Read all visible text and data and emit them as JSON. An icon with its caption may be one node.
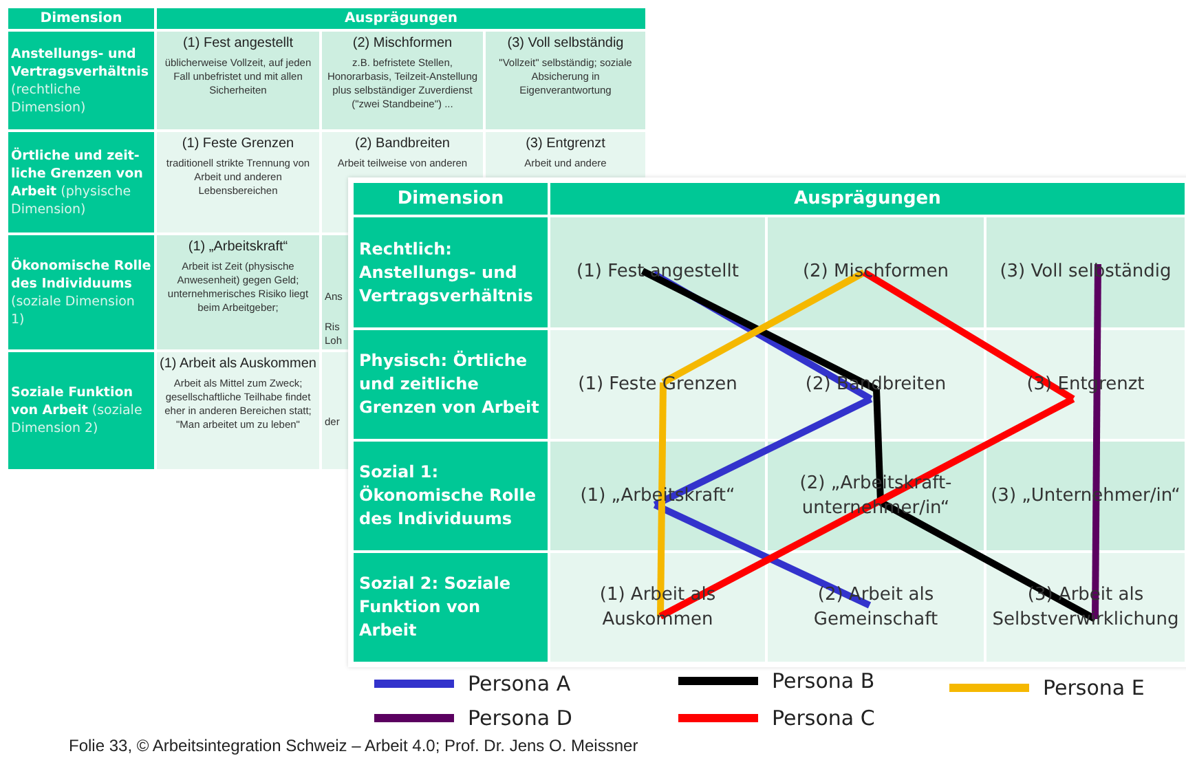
{
  "diagram": {
    "caption": "Folie 33, © Arbeitsintegration Schweiz – Arbeit 4.0; Prof. Dr. Jens O. Meissner",
    "nodes": [
      {
        "text": [
          "(1) Fest angestellt"
        ]
      },
      {
        "text": [
          "(2) Mischformen"
        ]
      },
      {
        "text": [
          "(3) Voll selbständig"
        ]
      },
      {
        "text": [
          "(1) Feste Grenzen"
        ]
      },
      {
        "text": [
          "(2) Bandbreiten"
        ]
      },
      {
        "text": [
          "(3) Entgrenzt"
        ]
      },
      {
        "text": [
          "(1) „Arbeitskraft“"
        ]
      },
      {
        "text": [
          "(2) „Arbeitskraft-unternehmer/in“"
        ]
      },
      {
        "text": [
          "(3) „Unternehmer/in“"
        ]
      },
      {
        "text": [
          "(1) Arbeit als Auskommen"
        ]
      },
      {
        "text": [
          "(2) Arbeit als Gemeinschaft"
        ]
      },
      {
        "text": [
          "(3) Arbeit als Selbstverwirklichung"
        ]
      }
    ],
    "edges": [
      {
        "from": 0,
        "to": 4,
        "arrow": "none",
        "color": "#3333cc"
      },
      {
        "from": 4,
        "to": 6,
        "arrow": "none",
        "color": "#3333cc"
      },
      {
        "from": 6,
        "to": 10,
        "arrow": "none",
        "color": "#3333cc"
      },
      {
        "from": 0,
        "to": 4,
        "arrow": "none",
        "color": "#000000"
      },
      {
        "from": 4,
        "to": 7,
        "arrow": "none",
        "color": "#000000"
      },
      {
        "from": 7,
        "to": 11,
        "arrow": "none",
        "color": "#000000"
      },
      {
        "from": 9,
        "to": 3,
        "arrow": "none",
        "color": "#f5b800"
      },
      {
        "from": 3,
        "to": 1,
        "arrow": "none",
        "color": "#f5b800"
      },
      {
        "from": 1,
        "to": 5,
        "arrow": "none",
        "color": "#ff0000"
      },
      {
        "from": 5,
        "to": 9,
        "arrow": "none",
        "color": "#ff0000"
      },
      {
        "from": 2,
        "to": 11,
        "arrow": "none",
        "color": "#5b0060"
      }
    ],
    "labels": [
      "Dimension",
      "Ausprägungen",
      "**Anstellungs- und Vertragsverhältnis** (rechtliche Dimension)",
      "(1) Fest angestellt",
      "üblicherweise Vollzeit, auf jeden Fall unbefristet und mit allen Sicherheiten",
      "(2) Mischformen",
      "z.B. befristete Stellen, Honorarbasis, Teilzeit-Anstellung plus selbständiger Zuverdienst (\"zwei Standbeine\") ...",
      "(3) Voll selbständig",
      "\"Vollzeit\" selbständig; soziale Absicherung in Eigenverantwortung",
      "**Örtliche und zeit-liche Grenzen von Arbeit** (physische Dimension)",
      "(1) Feste Grenzen",
      "traditionell strikte Trennung von Arbeit und anderen Lebensbereichen",
      "(2) Bandbreiten",
      "Arbeit teilweise von anderen",
      "(3) Entgrenzt",
      "Arbeit und andere",
      "**Ökonomische Rolle des Individuums** (soziale Dimension 1)",
      "(1) „Arbeitskraft“",
      "Arbeit ist Zeit (physische Anwesenheit) gegen Geld; unternehmerisches Risiko liegt beim Arbeitgeber;",
      "Ans",
      "Ris",
      "Loh",
      "**Soziale Funktion von Arbeit** (soziale Dimension 2)",
      "(1) Arbeit als Auskommen",
      "Arbeit als Mittel zum Zweck; gesellschaftliche Teilhabe findet eher in anderen Bereichen statt; \"Man arbeitet um zu leben\"",
      "der",
      "Dimension",
      "Ausprägungen",
      "Rechtlich: Anstellungs- und Vertragsverhältnis",
      "Physisch: Örtliche und zeitliche Grenzen von Arbeit",
      "Sozial 1: Ökonomische Rolle des Individuums",
      "Sozial 2: Soziale Funktion von Arbeit"
    ],
    "legend": [
      {
        "text": "Persona A",
        "color": "#3333cc"
      },
      {
        "text": "Persona B",
        "color": "#000000"
      },
      {
        "text": "Persona E",
        "color": "#f5b800"
      },
      {
        "text": "Persona D",
        "color": "#5b0060"
      },
      {
        "text": "Persona C",
        "color": "#ff0000"
      }
    ]
  }
}
